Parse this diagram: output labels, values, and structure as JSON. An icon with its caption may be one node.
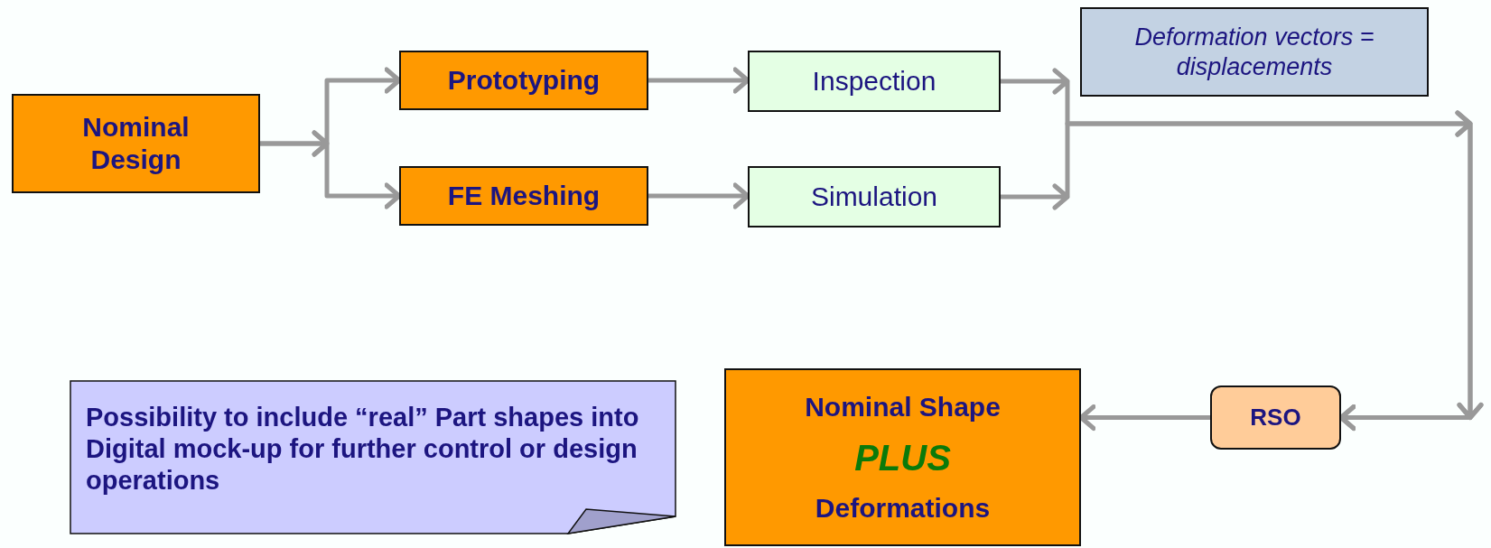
{
  "diagram": {
    "nodes": [
      {
        "text": [
          "Nominal Design"
        ]
      },
      {
        "text": [
          "Prototyping"
        ]
      },
      {
        "text": [
          "FE Meshing"
        ]
      },
      {
        "text": [
          "Inspection"
        ]
      },
      {
        "text": [
          "Simulation"
        ]
      },
      {
        "text": [
          "Deformation vectors = displacements"
        ]
      },
      {
        "text": [
          "RSO"
        ]
      },
      {
        "text": [
          "Nominal Shape",
          "PLUS",
          "Deformations"
        ]
      },
      {
        "text": [
          "Possibility to include “real” Part shapes into Digital mock-up for further control or design operations"
        ]
      }
    ],
    "edges": [
      {
        "from": 0,
        "to": 1,
        "arrow": "to"
      },
      {
        "from": 0,
        "to": 2,
        "arrow": "to"
      },
      {
        "from": 1,
        "to": 3,
        "arrow": "to"
      },
      {
        "from": 2,
        "to": 4,
        "arrow": "to"
      },
      {
        "from": 3,
        "to": 6,
        "arrow": "to"
      },
      {
        "from": 4,
        "to": 6,
        "arrow": "to"
      },
      {
        "from": 6,
        "to": 7,
        "arrow": "to"
      }
    ]
  }
}
